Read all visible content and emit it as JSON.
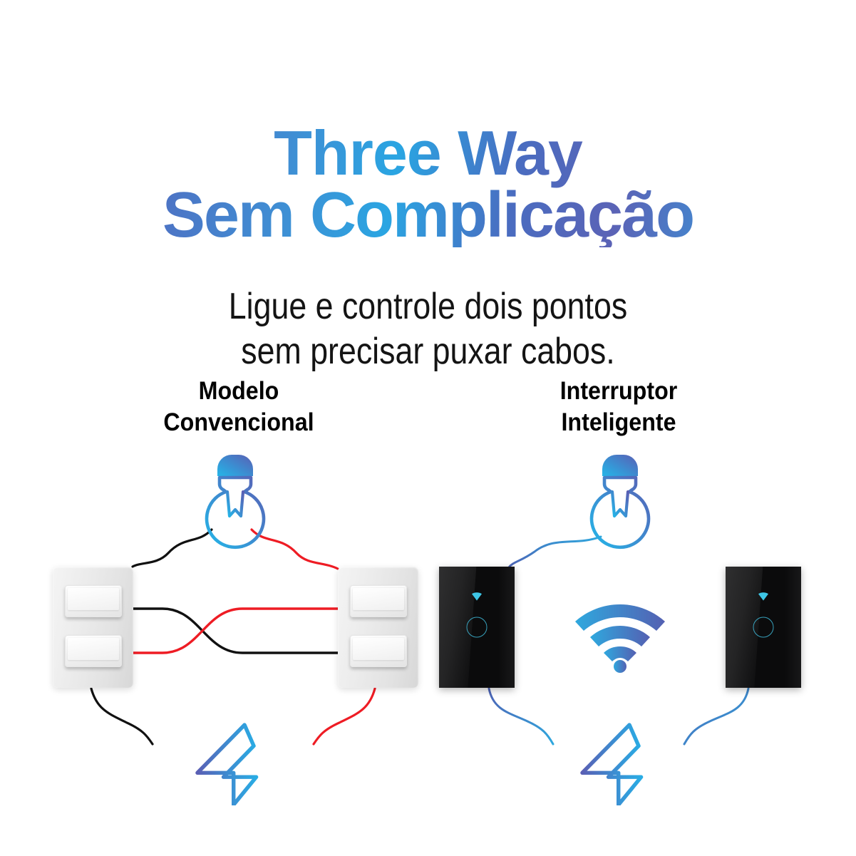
{
  "background_color": "#ffffff",
  "headline": {
    "line1": "Three Way",
    "line2": "Sem Complicação",
    "gradient_start": "#5b66b8",
    "gradient_end": "#29a9e3"
  },
  "subtitle": {
    "line1": "Ligue e controle dois pontos",
    "line2": "sem precisar puxar cabos.",
    "color": "#141414"
  },
  "columns": [
    {
      "id": "conventional",
      "heading_line1": "Modelo",
      "heading_line2": "Convencional",
      "heading_color": "#000000",
      "bulb_icon": "light-bulb-icon",
      "power_icon": "lightning-bolt-icon",
      "switch_type": "white-rocker-switch-plate",
      "switch_count": 2,
      "rockers_per_switch": 2,
      "wire_colors": [
        "#111111",
        "#ee1c24"
      ],
      "wires_crossed": true
    },
    {
      "id": "smart",
      "heading_line1": "Interruptor",
      "heading_line2": "Inteligente",
      "heading_color": "#000000",
      "bulb_icon": "light-bulb-icon",
      "power_icon": "lightning-bolt-icon",
      "link_icon": "wifi-icon",
      "switch_type": "black-glass-touch-panel",
      "switch_count": 2,
      "panel_indicator_icon": "wifi-indicator-icon",
      "panel_touch_icon": "touch-ring-icon",
      "wire_colors": [
        "#2fa8de",
        "#4e63b5"
      ],
      "wires_crossed": false
    }
  ],
  "palette": {
    "blue_purple": "#4e63b5",
    "cyan": "#2fa8de",
    "wire_black": "#111111",
    "wire_red": "#ee1c24",
    "glass_black": "#0b0b0c",
    "plate_white": "#ececec",
    "touch_cyan": "#41c0e0"
  }
}
